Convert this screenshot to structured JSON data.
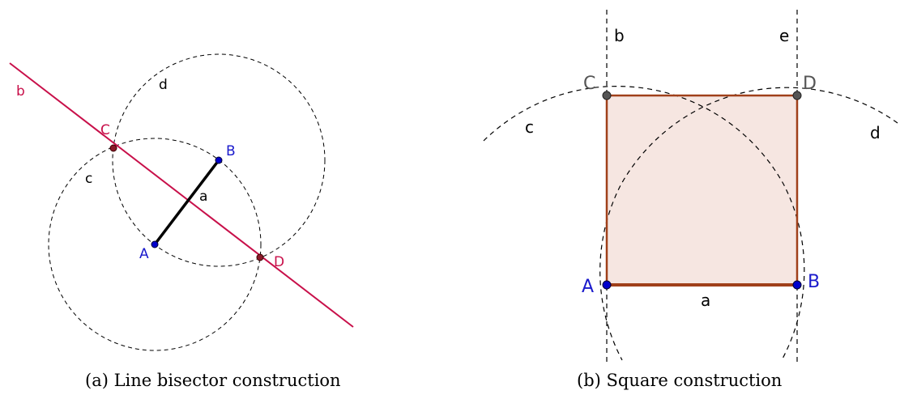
{
  "colors": {
    "crimson": "#c8104a",
    "blue_point": "#0000cc",
    "label_blue": "#1a1acc",
    "gray_point": "#555555",
    "square_edge": "#a0401a",
    "square_fill": "#f6e6e1",
    "ink": "#000000"
  },
  "panel_a": {
    "caption": "(a) Line bisector construction",
    "labels": {
      "line_b": "b",
      "circle_c": "c",
      "circle_d": "d",
      "segment_a": "a",
      "point_a": "A",
      "point_b": "B",
      "point_c": "C",
      "point_d": "D"
    }
  },
  "panel_b": {
    "caption": "(b) Square construction",
    "labels": {
      "line_b": "b",
      "line_e": "e",
      "arc_c": "c",
      "arc_d": "d",
      "segment_a": "a",
      "point_a": "A",
      "point_b": "B",
      "point_c": "C",
      "point_d": "D"
    }
  }
}
